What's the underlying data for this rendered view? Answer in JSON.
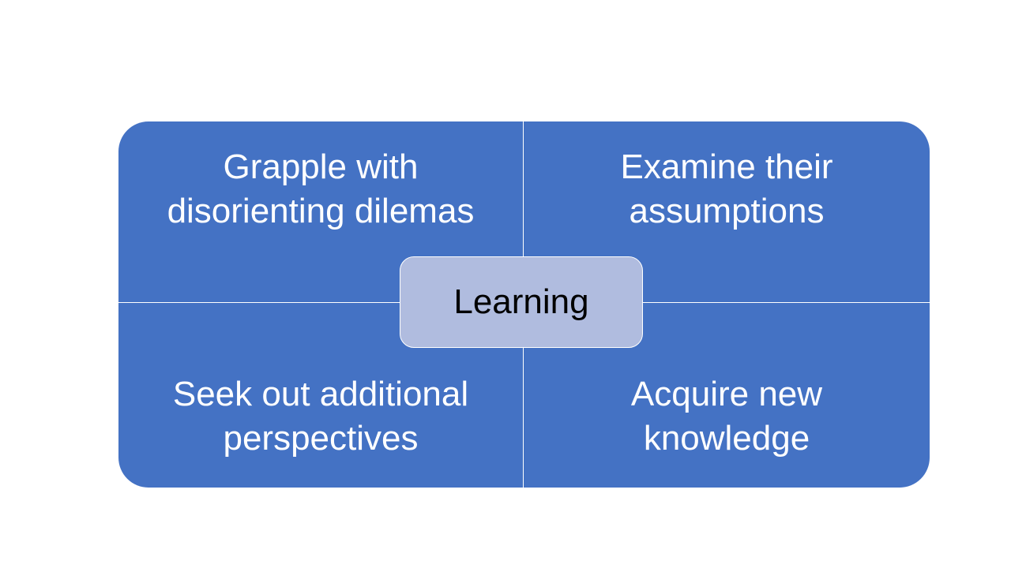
{
  "diagram": {
    "center": "Learning",
    "quadrants": {
      "top_left": "Grapple with disorienting dilemas",
      "top_right": "Examine their assumptions",
      "bottom_left": "Seek out additional perspectives",
      "bottom_right": "Acquire new knowledge"
    },
    "colors": {
      "quadrant_fill": "#4472C4",
      "center_fill": "#B0BCDF",
      "quadrant_text": "#FFFFFF",
      "center_text": "#000000"
    }
  }
}
